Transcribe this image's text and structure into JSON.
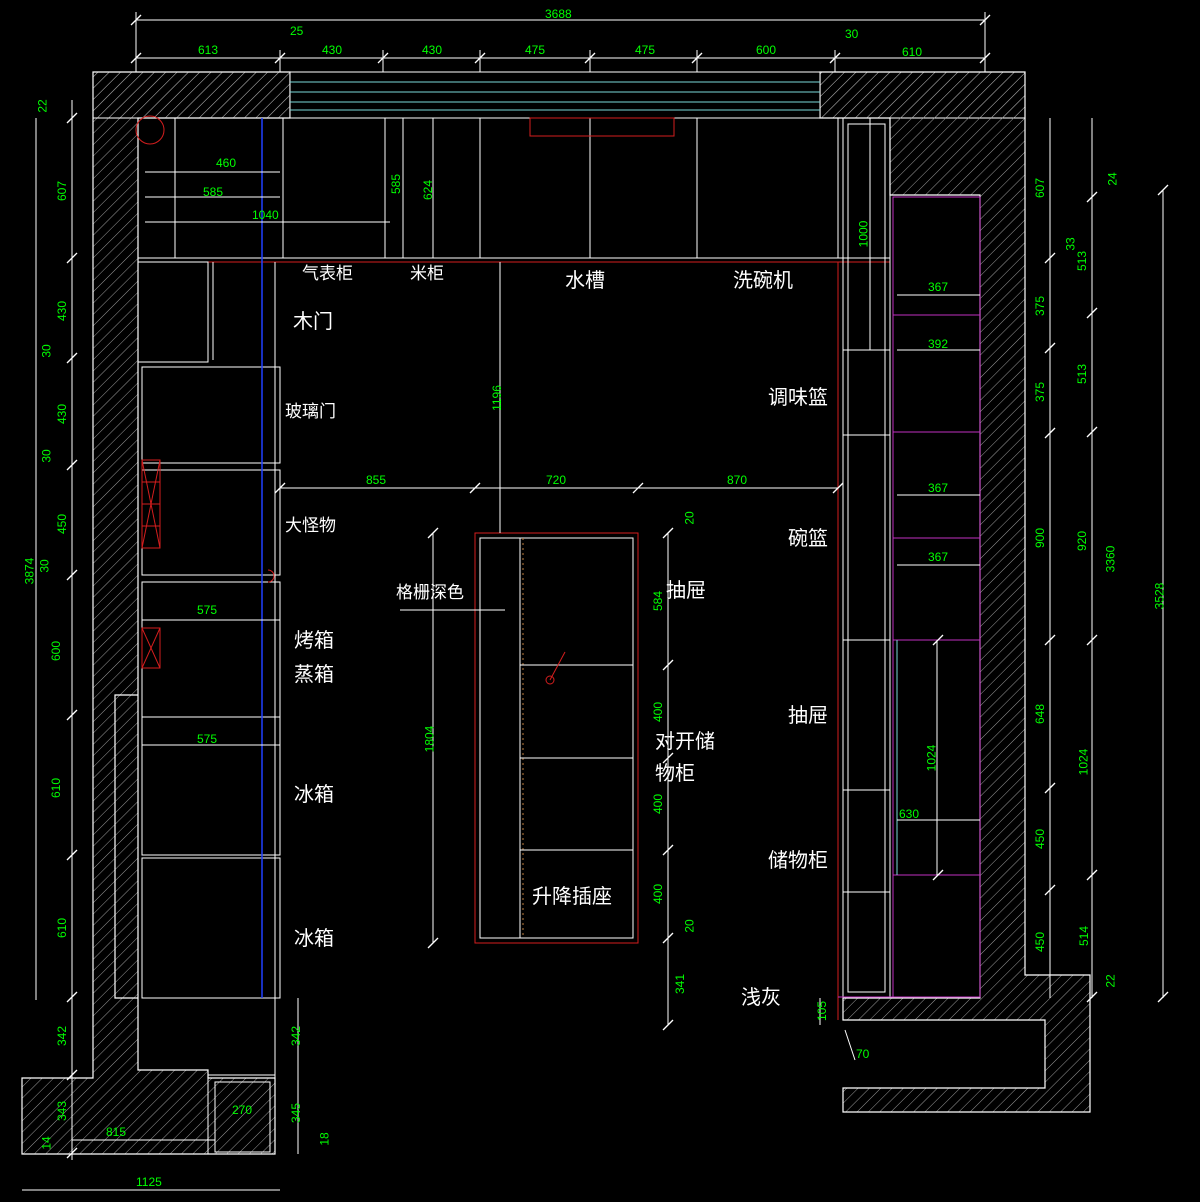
{
  "colors": {
    "background": "#000000",
    "lines": "#ffffff",
    "dimension_text": "#00ff00",
    "wall_hatch": "#cccccc",
    "red": "#d41e1e",
    "magenta": "#c030c0",
    "blue": "#2040ff",
    "cyan": "#7ad8d8"
  },
  "labels": {
    "gas_meter_cabinet": "气表柜",
    "rice_cabinet": "米柜",
    "sink": "水槽",
    "dishwasher": "洗碗机",
    "wood_door": "木门",
    "glass_door": "玻璃门",
    "big_appliance": "大怪物",
    "oven": "烤箱",
    "steamer": "蒸箱",
    "fridge_1": "冰箱",
    "fridge_2": "冰箱",
    "seasoning_basket": "调味篮",
    "bowl_basket": "碗篮",
    "drawer_right_top": "抽屉",
    "drawer_right": "抽屉",
    "storage_cabinet": "储物柜",
    "grille_dark": "格栅深色",
    "double_door_1": "对开储",
    "double_door_2": "物柜",
    "lift_socket": "升降插座",
    "light_grey": "浅灰"
  },
  "dimensions": {
    "top_total": "3688",
    "top_613": "613",
    "top_25": "25",
    "top_430a": "430",
    "top_430b": "430",
    "top_475a": "475",
    "top_475b": "475",
    "top_600": "600",
    "top_30": "30",
    "top_610": "610",
    "left_22": "22",
    "left_607": "607",
    "left_430a": "430",
    "left_30a": "30",
    "left_430b": "430",
    "left_30b": "30",
    "left_450": "450",
    "left_30c": "30",
    "left_600": "600",
    "left_610a": "610",
    "left_610b": "610",
    "left_342": "342",
    "left_343": "343",
    "left_14": "14",
    "left_total": "3874",
    "bottom_1125": "1125",
    "bottom_815": "815",
    "bottom_270": "270",
    "bottom_342": "342",
    "bottom_345": "345",
    "bottom_18": "18",
    "cab_460": "460",
    "cab_585": "585",
    "cab_1040": "1040",
    "cab_585v": "585",
    "cab_624v": "624",
    "cab_1000v": "1000",
    "mid_1196": "1196",
    "mid_855": "855",
    "mid_720": "720",
    "mid_870": "870",
    "left_575a": "575",
    "left_575b": "575",
    "island_1804": "1804",
    "island_20a": "20",
    "island_584": "584",
    "island_400a": "400",
    "island_400b": "400",
    "island_400c": "400",
    "island_20b": "20",
    "island_341": "341",
    "right_105": "105",
    "right_70": "70",
    "right_367a": "367",
    "right_392": "392",
    "right_367b": "367",
    "right_367c": "367",
    "right_1024v": "1024",
    "right_630": "630",
    "r1_607": "607",
    "r1_375a": "375",
    "r1_375b": "375",
    "r1_900": "900",
    "r1_648": "648",
    "r1_450a": "450",
    "r1_450b": "450",
    "r2_24": "24",
    "r2_33": "33",
    "r2_513a": "513",
    "r2_513b": "513",
    "r2_920": "920",
    "r2_1024": "1024",
    "r2_514": "514",
    "r2_22": "22",
    "r2_3360": "3360",
    "r3_3528": "3528"
  }
}
